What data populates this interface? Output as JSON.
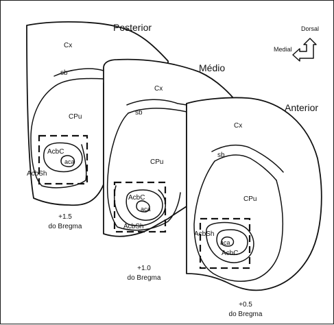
{
  "sections": {
    "posterior": {
      "title": "Posterior",
      "regions": [
        "Cx",
        "sb",
        "CPu",
        "AcbC",
        "aca",
        "AcbSh"
      ],
      "coordinate": "+1.5",
      "reference": "do Bregma"
    },
    "medio": {
      "title": "Médio",
      "regions": [
        "Cx",
        "sb",
        "CPu",
        "AcbC",
        "aca",
        "AcbSh"
      ],
      "coordinate": "+1.0",
      "reference": "do Bregma"
    },
    "anterior": {
      "title": "Anterior",
      "regions": [
        "Cx",
        "sb",
        "CPu",
        "AcbSh",
        "aca",
        "AcbC"
      ],
      "coordinate": "+0.5",
      "reference": "do Bregma"
    }
  },
  "orientation": {
    "dorsal": "Dorsal",
    "medial": "Medial"
  },
  "colors": {
    "line": "#111111",
    "background": "#ffffff"
  }
}
